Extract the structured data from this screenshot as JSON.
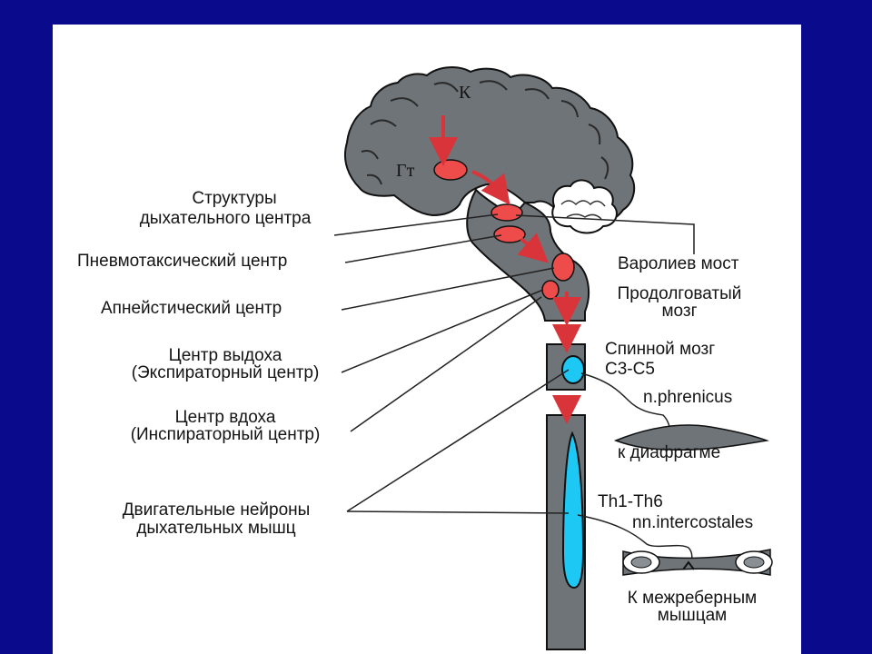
{
  "labels": {
    "cortex": "К",
    "hypothalamus": "Гт",
    "resp_structures_line1": "Структуры",
    "resp_structures_line2": "дыхательного центра",
    "pneumotaxic": "Пневмотаксический центр",
    "apneustic": "Апнейстический центр",
    "expiratory_line1": "Центр выдоха",
    "expiratory_line2": "(Экспираторный центр)",
    "inspiratory_line1": "Центр вдоха",
    "inspiratory_line2": "(Инспираторный центр)",
    "motor_line1": "Двигательные нейроны",
    "motor_line2": "дыхательных мышц",
    "pons": "Варолиев мост",
    "medulla_line1": "Продолговатый",
    "medulla_line2": "мозг",
    "spinal_line1": "Спинной мозг",
    "spinal_line2": "С3-С5",
    "phrenicus": "n.phrenicus",
    "to_diaphragm": "к диафрагме",
    "th": "Th1-Th6",
    "intercostales": "nn.intercostales",
    "to_intercostal_line1": "К межреберным",
    "to_intercostal_line2": "мышцам"
  },
  "colors": {
    "background": "#0a0a8c",
    "slide": "#ffffff",
    "brain_gray": "#6f7478",
    "nucleus_red": "#ee4b4b",
    "arrow_red": "#d9343a",
    "cord_blue": "#1ec8f5",
    "line": "#222222"
  }
}
